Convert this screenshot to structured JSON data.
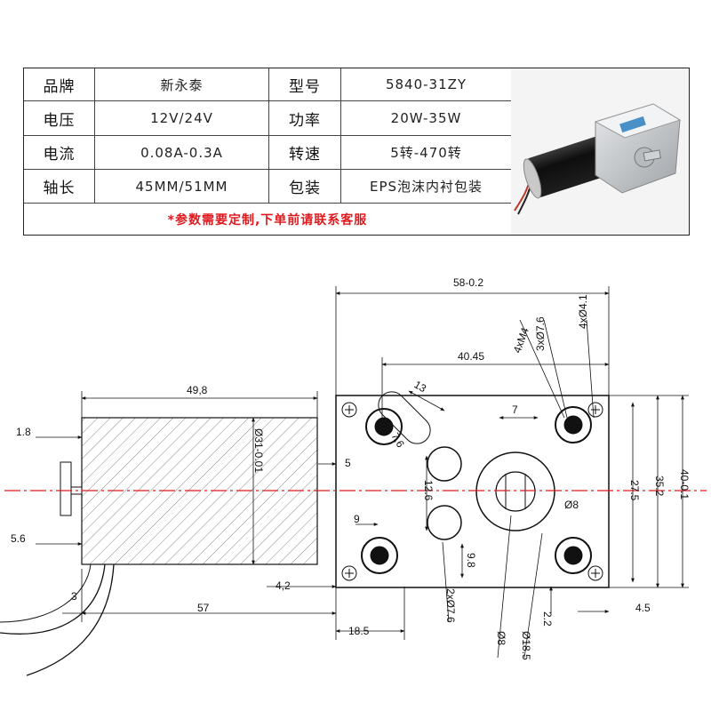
{
  "table": {
    "rows": [
      {
        "l1": "品牌",
        "v1": "新永泰",
        "l2": "型号",
        "v2": "5840-31ZY"
      },
      {
        "l1": "电压",
        "v1": "12V/24V",
        "l2": "功率",
        "v2": "20W-35W"
      },
      {
        "l1": "电流",
        "v1": "0.08A-0.3A",
        "l2": "转速",
        "v2": "5转-470转"
      },
      {
        "l1": "轴长",
        "v1": "45MM/51MM",
        "l2": "包装",
        "v2": "EPS泡沫内衬包装"
      }
    ],
    "note": "*参数需要定制,下单前请联系客服"
  },
  "drawing": {
    "dims": {
      "d58": "58-0.2",
      "d4x41": "4xØ4.1",
      "d3x76": "3xØ7.6",
      "d4xm4": "4xM4",
      "d4045": "40.45",
      "d13": "13",
      "d498": "49,8",
      "d76": "7.6",
      "d7": "7",
      "d18": "1.8",
      "d31": "Ø31-0.01",
      "d5": "5",
      "d126": "12.6",
      "d275": "27.5",
      "d352": "35.2",
      "d401": "40-0.1",
      "d8r": "Ø8",
      "d9": "9",
      "d56": "5.6",
      "d98": "9.8",
      "d3": "3",
      "d42": "4,2",
      "d57": "57",
      "d2x76": "2xØ7.6",
      "d22": "2.2",
      "d45": "4.5",
      "d185": "18.5",
      "d8b": "Ø8",
      "d185b": "Ø18.5"
    }
  },
  "colors": {
    "centerline": "#e0191f",
    "line": "#111111",
    "hatch": "#888888"
  }
}
